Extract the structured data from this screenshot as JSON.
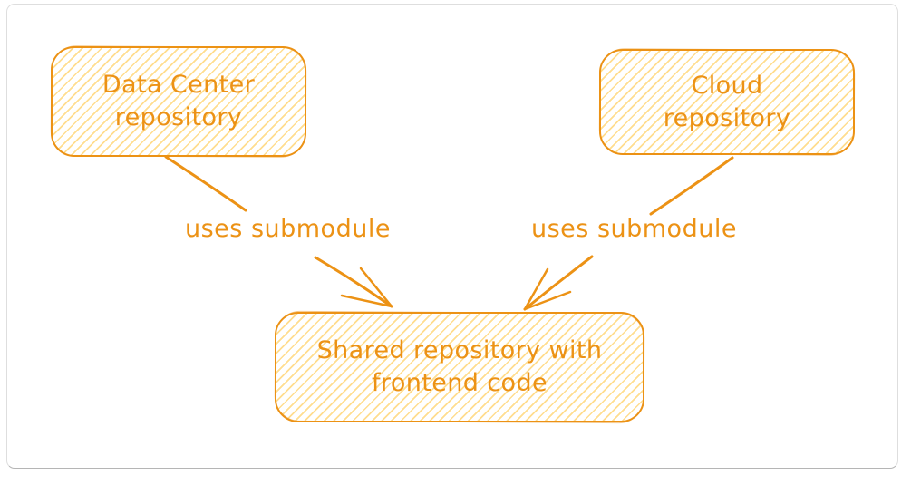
{
  "colors": {
    "stroke": "#ec9215",
    "hatch": "#ffdd8f",
    "bg": "#ffffff",
    "border": "#dedede"
  },
  "diagram": {
    "nodes": [
      {
        "id": "data-center-repository",
        "line1": "Data Center",
        "line2": "repository"
      },
      {
        "id": "cloud-repository",
        "line1": "Cloud",
        "line2": "repository"
      },
      {
        "id": "shared-repository",
        "line1": "Shared repository with",
        "line2": "frontend code"
      }
    ],
    "edges": [
      {
        "from": "data-center-repository",
        "to": "shared-repository",
        "label": "uses submodule"
      },
      {
        "from": "cloud-repository",
        "to": "shared-repository",
        "label": "uses submodule"
      }
    ]
  }
}
